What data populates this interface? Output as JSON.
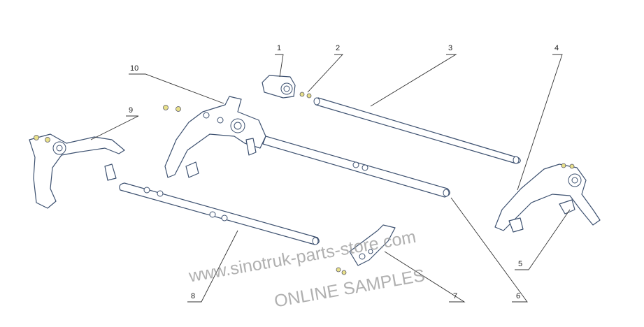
{
  "diagram": {
    "callouts": [
      "1",
      "2",
      "3",
      "4",
      "5",
      "6",
      "7",
      "8",
      "9",
      "10"
    ],
    "watermark_url": "www.sinotruk-parts-store.com",
    "watermark_label": "ONLINE SAMPLES"
  },
  "colors": {
    "line": "#3d5170",
    "nut": "#e8e08a"
  }
}
